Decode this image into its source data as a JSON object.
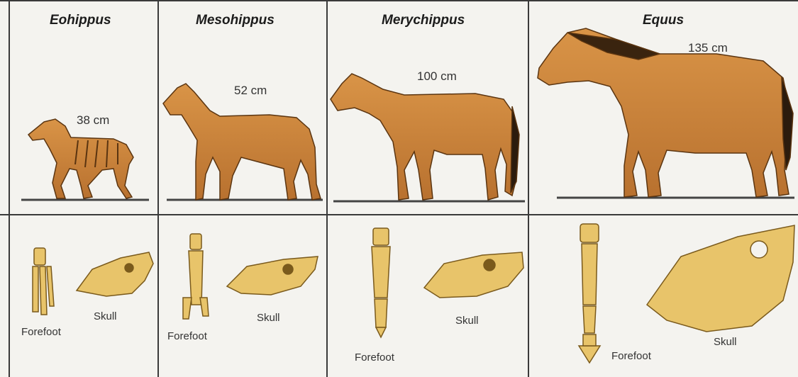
{
  "species": [
    {
      "name": "Eohippus",
      "height": "38 cm",
      "forefoot": "Forefoot",
      "skull": "Skull"
    },
    {
      "name": "Mesohippus",
      "height": "52 cm",
      "forefoot": "Forefoot",
      "skull": "Skull"
    },
    {
      "name": "Merychippus",
      "height": "100 cm",
      "forefoot": "Forefoot",
      "skull": "Skull"
    },
    {
      "name": "Equus",
      "height": "135 cm",
      "forefoot": "Forefoot",
      "skull": "Skull"
    }
  ],
  "colors": {
    "coat": "#d08a3c",
    "coat_dark": "#a4612a",
    "bone": "#e8c46a",
    "bone_dark": "#9a7a2c",
    "lines": "#3a3a3a",
    "background": "#f4f3ef"
  },
  "icons": [
    "eohippus-horse-illustration",
    "mesohippus-horse-illustration",
    "merychippus-horse-illustration",
    "equus-horse-illustration",
    "forefoot-bone-illustration",
    "skull-bone-illustration"
  ]
}
